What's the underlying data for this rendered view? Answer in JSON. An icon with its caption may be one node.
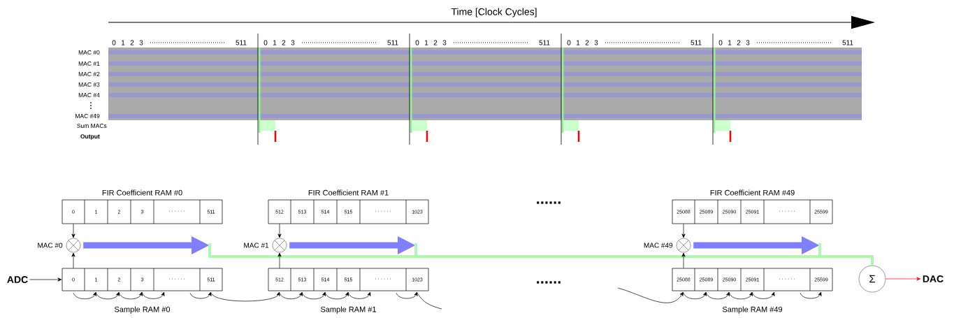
{
  "diagram": {
    "nodes": [
      {
        "text": [
          "ADC"
        ]
      },
      {
        "text": [
          "FIR Coefficient RAM #0"
        ]
      },
      {
        "text": [
          "0"
        ],
        "in": 1
      },
      {
        "text": [
          "1"
        ],
        "in": 1
      },
      {
        "text": [
          "2"
        ],
        "in": 1
      },
      {
        "text": [
          "3"
        ],
        "in": 1
      },
      {
        "text": [
          "· · · · · ·"
        ],
        "in": 1
      },
      {
        "text": [
          "511"
        ],
        "in": 1
      },
      {
        "text": [],
        "shape": "circle",
        "beside": [
          "MAC #0"
        ]
      },
      {
        "text": [
          "Sample RAM #0"
        ]
      },
      {
        "text": [
          "0"
        ],
        "in": 9
      },
      {
        "text": [
          "1"
        ],
        "in": 9
      },
      {
        "text": [
          "2"
        ],
        "in": 9
      },
      {
        "text": [
          "3"
        ],
        "in": 9
      },
      {
        "text": [
          "· · · · · ·"
        ],
        "in": 9
      },
      {
        "text": [
          "511"
        ],
        "in": 9
      },
      {
        "text": [
          "FIR Coefficient RAM #1"
        ]
      },
      {
        "text": [
          "512"
        ],
        "in": 16
      },
      {
        "text": [
          "513"
        ],
        "in": 16
      },
      {
        "text": [
          "514"
        ],
        "in": 16
      },
      {
        "text": [
          "515"
        ],
        "in": 16
      },
      {
        "text": [
          "· · · · · ·"
        ],
        "in": 16
      },
      {
        "text": [
          "1023"
        ],
        "in": 16
      },
      {
        "text": [],
        "shape": "circle",
        "beside": [
          "MAC #1"
        ]
      },
      {
        "text": [
          "Sample RAM #1"
        ]
      },
      {
        "text": [
          "512"
        ],
        "in": 24
      },
      {
        "text": [
          "513"
        ],
        "in": 24
      },
      {
        "text": [
          "514"
        ],
        "in": 24
      },
      {
        "text": [
          "515"
        ],
        "in": 24
      },
      {
        "text": [
          "· · · · · ·"
        ],
        "in": 24
      },
      {
        "text": [
          "1023"
        ],
        "in": 24
      },
      {
        "text": [
          "FIR Coefficient RAM #49"
        ]
      },
      {
        "text": [
          "25088"
        ],
        "in": 31
      },
      {
        "text": [
          "25089"
        ],
        "in": 31
      },
      {
        "text": [
          "25090"
        ],
        "in": 31
      },
      {
        "text": [
          "25091"
        ],
        "in": 31
      },
      {
        "text": [
          "· · · · · ·"
        ],
        "in": 31
      },
      {
        "text": [
          "25599"
        ],
        "in": 31
      },
      {
        "text": [],
        "shape": "circle",
        "beside": [
          "MAC #49"
        ]
      },
      {
        "text": [
          "Sample RAM #49"
        ]
      },
      {
        "text": [
          "25088"
        ],
        "in": 39
      },
      {
        "text": [
          "25089"
        ],
        "in": 39
      },
      {
        "text": [
          "25090"
        ],
        "in": 39
      },
      {
        "text": [
          "25091"
        ],
        "in": 39
      },
      {
        "text": [
          "· · · · · ·"
        ],
        "in": 39
      },
      {
        "text": [
          "25599"
        ],
        "in": 39
      },
      {
        "text": [
          "Σ"
        ]
      },
      {
        "text": [
          "DAC"
        ]
      }
    ],
    "edges": [
      {
        "from": 0,
        "to": 10,
        "arrow": "to"
      },
      {
        "from": 2,
        "to": 8,
        "arrow": "to"
      },
      {
        "from": 10,
        "to": 8,
        "arrow": "to"
      },
      {
        "from": 8,
        "to": null,
        "arrow": "to",
        "style": "thick",
        "color": "#8080ff"
      },
      {
        "from": null,
        "to": 46,
        "arrow": "none",
        "style": "thick",
        "color": "#b3f5b3"
      },
      {
        "from": 10,
        "to": 11,
        "arrow": "to"
      },
      {
        "from": 11,
        "to": 12,
        "arrow": "to"
      },
      {
        "from": 12,
        "to": 13,
        "arrow": "to"
      },
      {
        "from": 13,
        "to": 14,
        "arrow": "to"
      },
      {
        "from": 14,
        "to": 15,
        "arrow": "to"
      },
      {
        "from": 15,
        "to": 25,
        "arrow": "to"
      },
      {
        "from": 17,
        "to": 23,
        "arrow": "to"
      },
      {
        "from": 25,
        "to": 23,
        "arrow": "to"
      },
      {
        "from": 23,
        "to": null,
        "arrow": "to",
        "style": "thick",
        "color": "#8080ff"
      },
      {
        "from": null,
        "to": 46,
        "arrow": "none",
        "style": "thick",
        "color": "#b3f5b3"
      },
      {
        "from": 25,
        "to": 26,
        "arrow": "to"
      },
      {
        "from": 26,
        "to": 27,
        "arrow": "to"
      },
      {
        "from": 27,
        "to": 28,
        "arrow": "to"
      },
      {
        "from": 28,
        "to": 29,
        "arrow": "to"
      },
      {
        "from": 29,
        "to": 30,
        "arrow": "to"
      },
      {
        "from": 30,
        "to": null,
        "arrow": "none"
      },
      {
        "from": null,
        "to": 40,
        "arrow": "to"
      },
      {
        "from": 32,
        "to": 38,
        "arrow": "to"
      },
      {
        "from": 40,
        "to": 38,
        "arrow": "to"
      },
      {
        "from": 38,
        "to": null,
        "arrow": "to",
        "style": "thick",
        "color": "#8080ff"
      },
      {
        "from": null,
        "to": 46,
        "arrow": "none",
        "style": "thick",
        "color": "#b3f5b3"
      },
      {
        "from": 40,
        "to": 41,
        "arrow": "to"
      },
      {
        "from": 41,
        "to": 42,
        "arrow": "to"
      },
      {
        "from": 42,
        "to": 43,
        "arrow": "to"
      },
      {
        "from": 43,
        "to": 44,
        "arrow": "to"
      },
      {
        "from": 44,
        "to": 45,
        "arrow": "to"
      },
      {
        "from": 46,
        "to": 47,
        "arrow": "to",
        "color": "#ff0000"
      }
    ],
    "labels": [
      "Time [Clock Cycles]",
      "0",
      "1",
      "2",
      "3",
      "511",
      "0",
      "1",
      "2",
      "3",
      "511",
      "0",
      "1",
      "2",
      "3",
      "511",
      "0",
      "1",
      "2",
      "3",
      "511",
      "0",
      "1",
      "2",
      "3",
      "511",
      "MAC #0",
      "MAC #1",
      "MAC #2",
      "MAC #3",
      "MAC #4",
      "MAC #49",
      "Sum MACs",
      "Output",
      "......",
      "......"
    ]
  }
}
